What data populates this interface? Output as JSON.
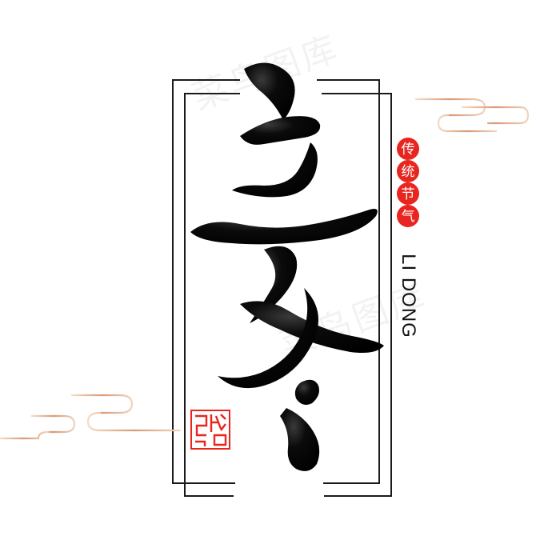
{
  "colors": {
    "ink": "#0a0a0a",
    "frame": "#1a1a1a",
    "seal_red": "#e8261f",
    "cloud_gradient_start": "#e9c7a6",
    "cloud_gradient_end": "#c47a52"
  },
  "title_calligraphy": "立冬",
  "badges": [
    "传",
    "统",
    "节",
    "气"
  ],
  "english_label": "LI DONG",
  "watermark_text": "菜鸟图库"
}
